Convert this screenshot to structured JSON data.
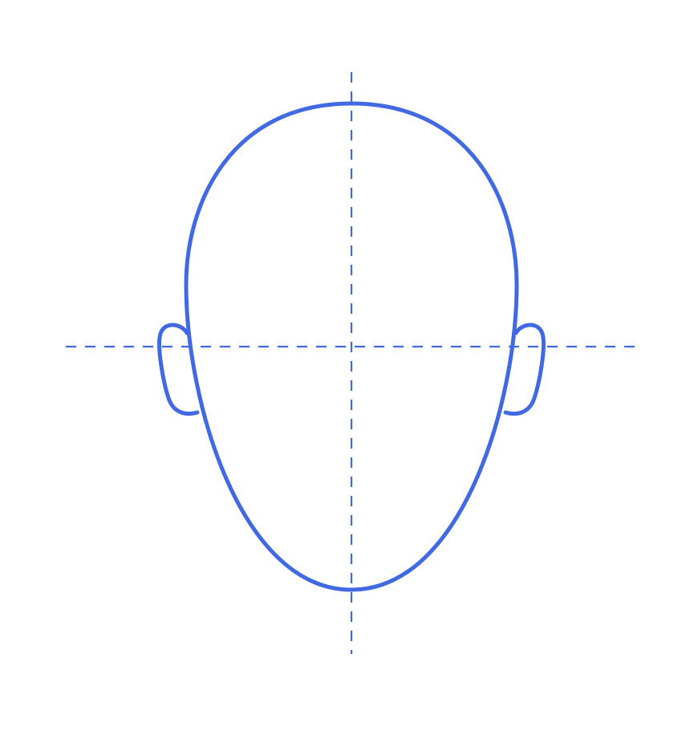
{
  "diagram": {
    "kind": "head-proportion-guide",
    "view": "front",
    "elements": [
      "head-outline",
      "left-ear",
      "right-ear",
      "vertical-center-guide",
      "horizontal-center-guide"
    ],
    "guides": {
      "vertical": {
        "style": "dashed"
      },
      "horizontal": {
        "style": "dashed"
      }
    },
    "colors": {
      "stroke": "#4169E1",
      "background": "#FFFFFF"
    }
  }
}
